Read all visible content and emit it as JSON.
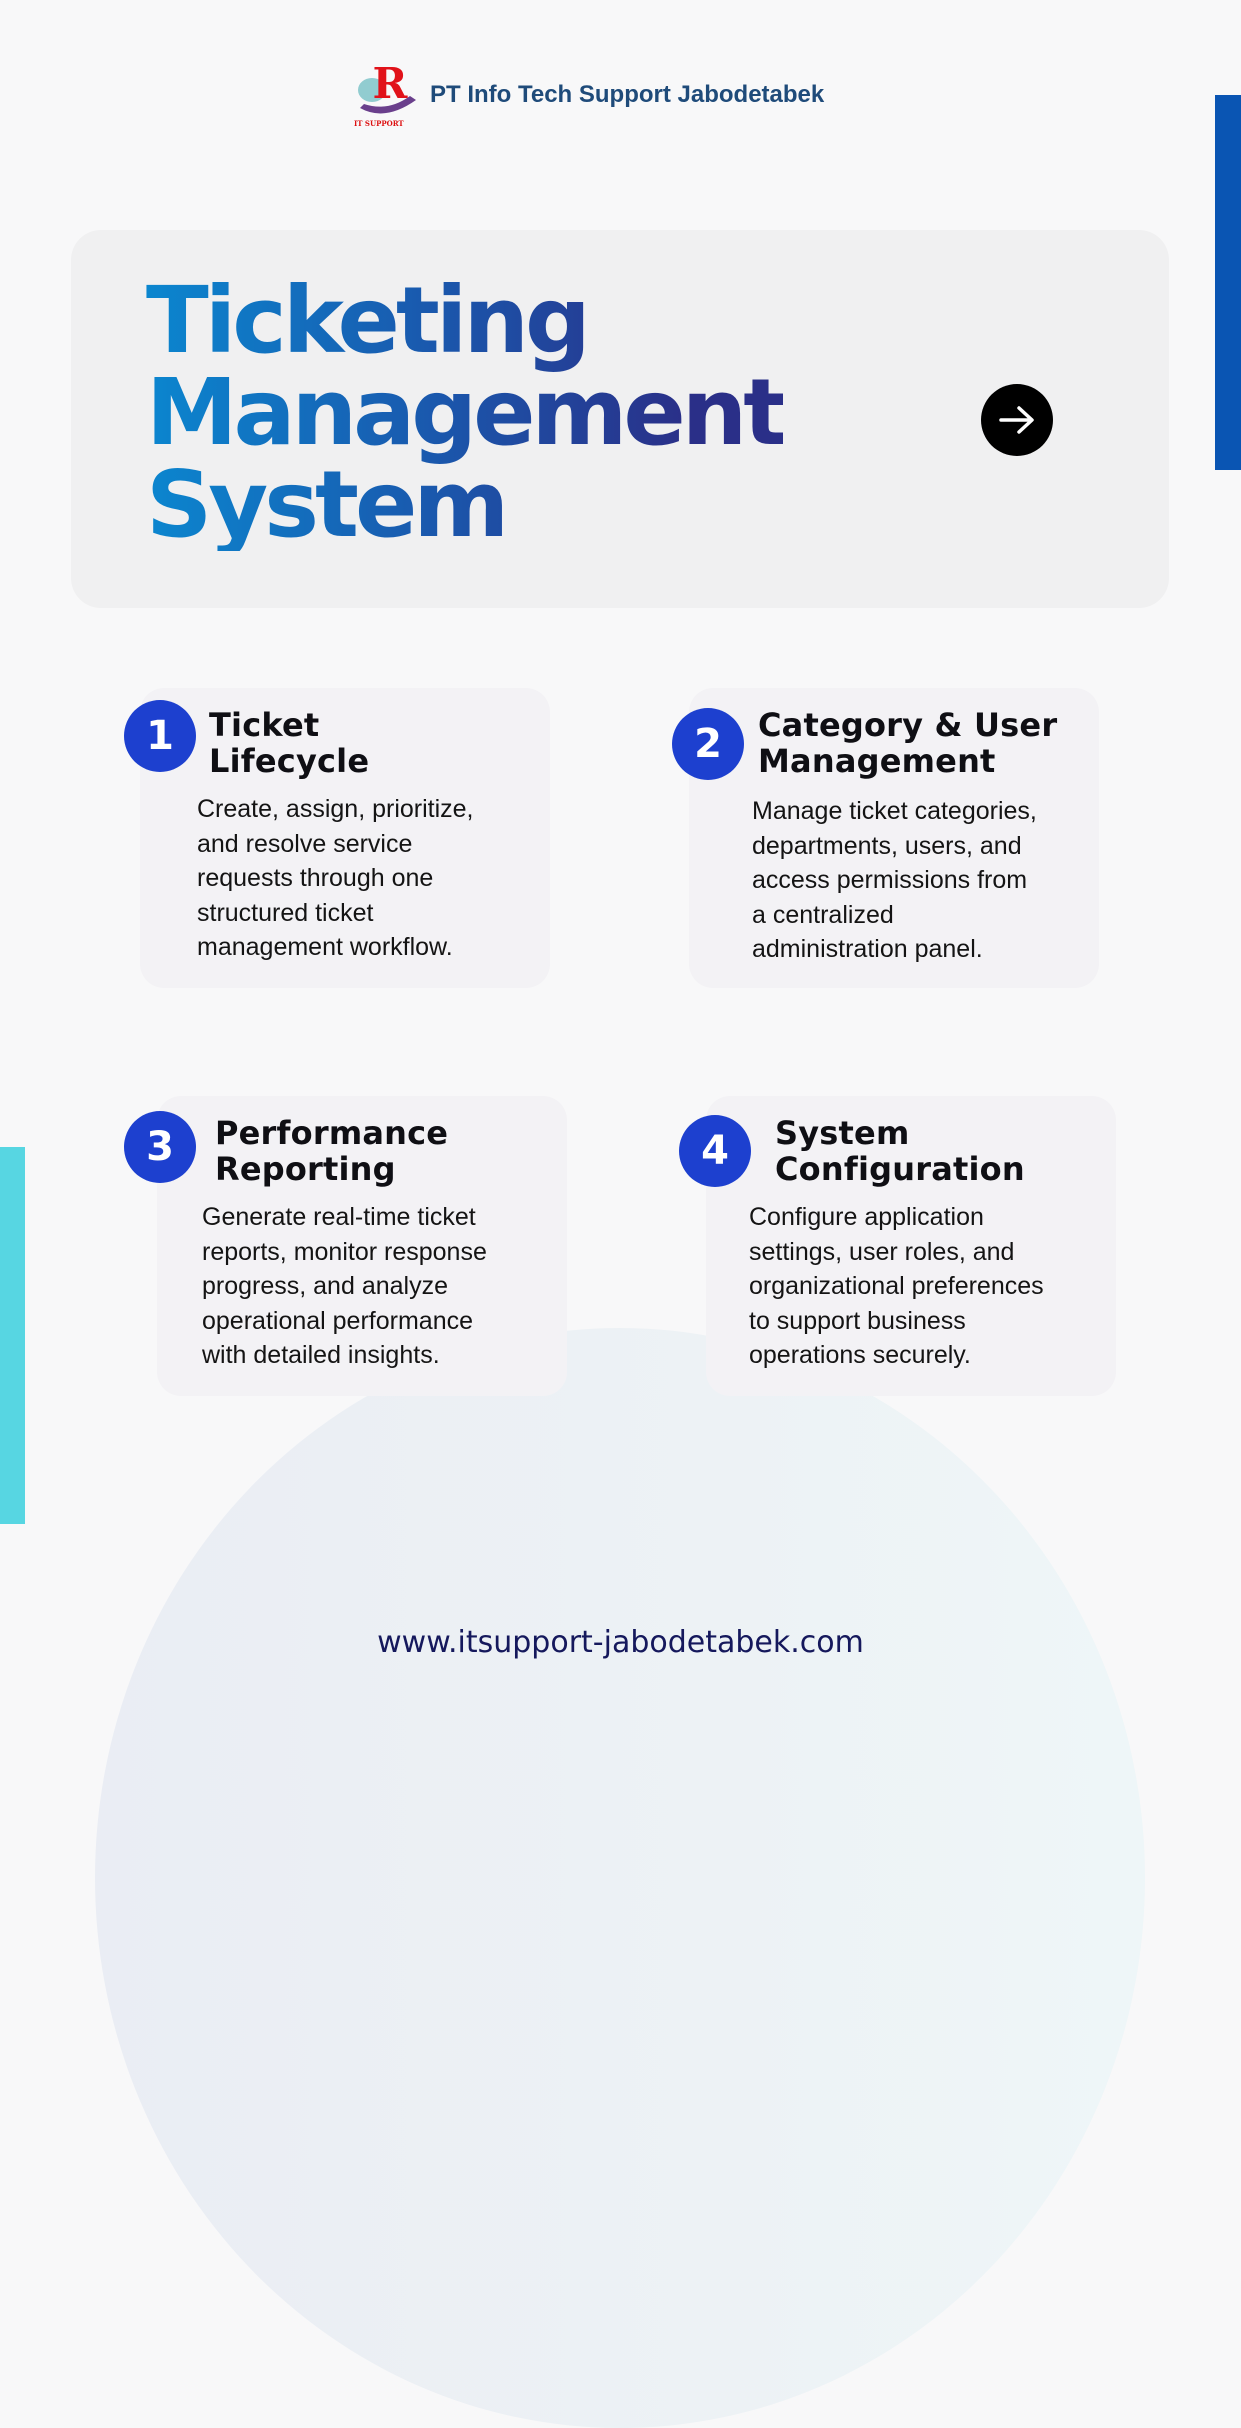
{
  "brand": {
    "name": "PT Info Tech Support Jabodetabek",
    "logo_text": "IT SUPPORT",
    "logo_letter": "R"
  },
  "hero": {
    "title_lines": [
      "Ticketing",
      "Management",
      "System"
    ],
    "arrow_icon": "arrow-right-icon"
  },
  "features": [
    {
      "number": "1",
      "title": "Ticket\nLifecycle",
      "description": "Create, assign, prioritize,\nand resolve service\nrequests through one\nstructured ticket\nmanagement workflow."
    },
    {
      "number": "2",
      "title": "Category & User\nManagement",
      "description": "Manage ticket categories,\ndepartments, users, and\naccess permissions from\na centralized\nadministration panel."
    },
    {
      "number": "3",
      "title": "Performance\nReporting",
      "description": "Generate real-time ticket\nreports, monitor response\nprogress, and analyze\noperational performance\nwith detailed insights."
    },
    {
      "number": "4",
      "title": "System\nConfiguration",
      "description": "Configure application\nsettings, user roles, and\norganizational preferences\nto support business\noperations securely."
    }
  ],
  "footer": {
    "url": "www.itsupport-jabodetabek.com"
  },
  "colors": {
    "accent_blue": "#1d40cf",
    "bar_blue": "#0a55b3",
    "bar_cyan": "#57d6e2"
  }
}
